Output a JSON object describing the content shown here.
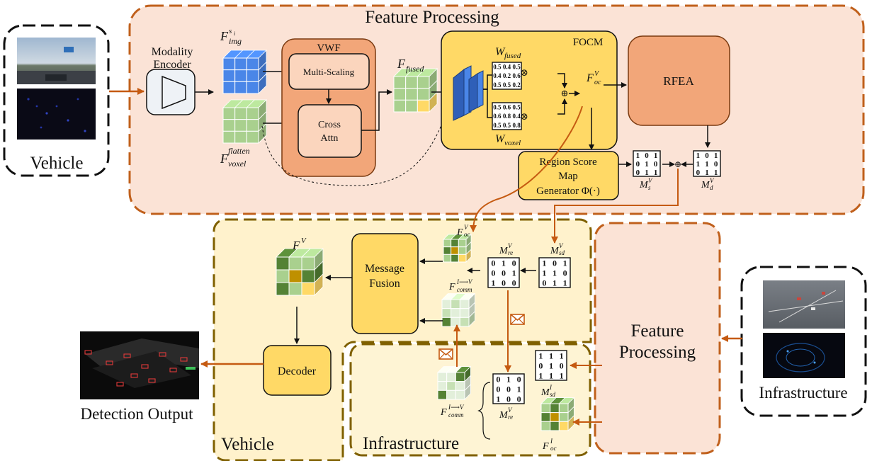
{
  "titles": {
    "feature_processing": "Feature Processing",
    "feature_processing_right_line1": "Feature",
    "feature_processing_right_line2": "Processing",
    "vehicle_left": "Vehicle",
    "vehicle_bottom": "Vehicle",
    "infrastructure_right": "Infrastructure",
    "infrastructure_bottom": "Infrastructure",
    "detection_output": "Detection Output"
  },
  "modules": {
    "modality_encoder_line1": "Modality",
    "modality_encoder_line2": "Encoder",
    "vwf": "VWF",
    "multi_scaling": "Multi-Scaling",
    "cross_attn_line1": "Cross",
    "cross_attn_line2": "Attn",
    "focm": "FOCM",
    "rfea": "RFEA",
    "region_score_line1": "Region Score",
    "region_score_line2": "Map",
    "region_score_line3": "Generator Φ(·)",
    "message_fusion_line1": "Message",
    "message_fusion_line2": "Fusion",
    "decoder": "Decoder"
  },
  "symbols": {
    "f_img_base": "F",
    "f_img_sup": "s",
    "f_img_supsub": "i",
    "f_img_sub": "img",
    "f_voxel_base": "F",
    "f_voxel_sup": "flatten",
    "f_voxel_sub": "voxel",
    "f_fused_base": "F",
    "f_fused_sub": "fused",
    "w_fused_base": "W",
    "w_fused_sub": "fused",
    "w_voxel_base": "W",
    "w_voxel_sub": "voxel",
    "f_oc_base": "F",
    "f_oc_sup": "V",
    "f_oc_sub": "oc",
    "m_s_base": "M",
    "m_s_sup": "V",
    "m_s_sub": "s",
    "m_d_base": "M",
    "m_d_sup": "V",
    "m_d_sub": "d",
    "f_v_base": "F",
    "f_v_sup": "V",
    "f_comm_base": "F",
    "f_comm_sup": "I⟶V",
    "f_comm_sub": "comm",
    "m_re_base": "M",
    "m_re_sup": "V",
    "m_re_sub": "re",
    "m_sd_base": "M",
    "m_sd_sup": "V",
    "m_sd_sub": "sd",
    "m_sd_i_base": "M",
    "m_sd_i_sup": "I",
    "m_sd_i_sub": "sd",
    "f_oc_i_base": "F",
    "f_oc_i_sup": "I",
    "f_oc_i_sub": "oc",
    "otimes": "⊗",
    "oplus": "⊕"
  },
  "matrices": {
    "w_fused": [
      [
        "0.5",
        "0.4",
        "0.5"
      ],
      [
        "0.4",
        "0.2",
        "0.6"
      ],
      [
        "0.5",
        "0.5",
        "0.2"
      ]
    ],
    "w_voxel": [
      [
        "0.5",
        "0.6",
        "0.5"
      ],
      [
        "0.6",
        "0.8",
        "0.4"
      ],
      [
        "0.5",
        "0.5",
        "0.8"
      ]
    ],
    "m_s": [
      [
        "1",
        "0",
        "1"
      ],
      [
        "0",
        "1",
        "0"
      ],
      [
        "0",
        "1",
        "1"
      ]
    ],
    "m_d": [
      [
        "1",
        "0",
        "1"
      ],
      [
        "1",
        "1",
        "0"
      ],
      [
        "0",
        "1",
        "1"
      ]
    ],
    "m_re_top": [
      [
        "0",
        "1",
        "0"
      ],
      [
        "0",
        "0",
        "1"
      ],
      [
        "1",
        "0",
        "0"
      ]
    ],
    "m_sd_top": [
      [
        "1",
        "0",
        "1"
      ],
      [
        "1",
        "1",
        "0"
      ],
      [
        "0",
        "1",
        "1"
      ]
    ],
    "m_re_bottom": [
      [
        "0",
        "1",
        "0"
      ],
      [
        "0",
        "0",
        "1"
      ],
      [
        "1",
        "0",
        "0"
      ]
    ],
    "m_sd_bottom": [
      [
        "1",
        "1",
        "1"
      ],
      [
        "0",
        "1",
        "0"
      ],
      [
        "1",
        "1",
        "1"
      ]
    ]
  },
  "colors": {
    "outer_peach": "#fbe3d6",
    "outer_border": "#c0601c",
    "vehicle_fill": "#fff2cc",
    "vehicle_border": "#7f6000",
    "infra_fill": "#fef4d4",
    "module_orange": "#f2a679",
    "module_orange_border": "#7a3a10",
    "module_yellow": "#ffd966",
    "arrow_orange": "#c55a11",
    "cube_blue": "#4a86e8",
    "cube_green": "#a9d08e",
    "cube_dark_green": "#548235",
    "cube_gold": "#bf9000",
    "cube_yellow": "#ffd966"
  }
}
